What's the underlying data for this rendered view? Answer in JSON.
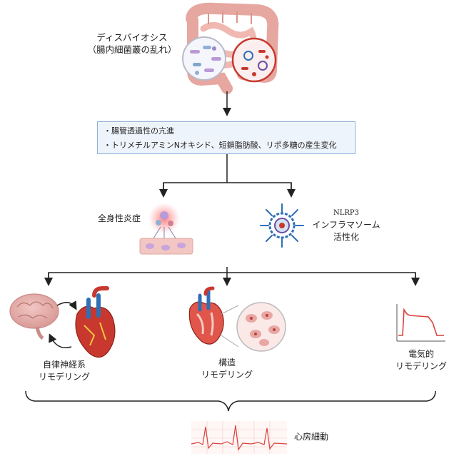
{
  "dysbiosis": {
    "title": "ディスバイオシス",
    "subtitle": "（腸内細菌叢の乱れ）"
  },
  "effects_box": {
    "items": [
      "・腸管透過性の亢進",
      "・トリメチルアミンNオキシド、短鎖脂肪酸、リポ多糖の産生変化"
    ]
  },
  "mechanisms": {
    "systemic_inflammation": "全身性炎症",
    "nlrp3_name": "NLRP3",
    "nlrp3_line1": "インフラマソーム",
    "nlrp3_line2": "活性化"
  },
  "remodeling": {
    "autonomic_line1": "自律神経系",
    "autonomic_line2": "リモデリング",
    "structural_line1": "構造",
    "structural_line2": "リモデリング",
    "electrical_line1": "電気的",
    "electrical_line2": "リモデリング"
  },
  "outcome": {
    "label": "心房細動"
  },
  "colors": {
    "arrow": "#222222",
    "box_fill": "#eef4fb",
    "box_border": "#8fb0d6",
    "ecg_line": "#d9413a",
    "ecg_grid": "#f3c9c4",
    "heart_red": "#c8382e",
    "vessel_blue": "#2f6fb6"
  }
}
